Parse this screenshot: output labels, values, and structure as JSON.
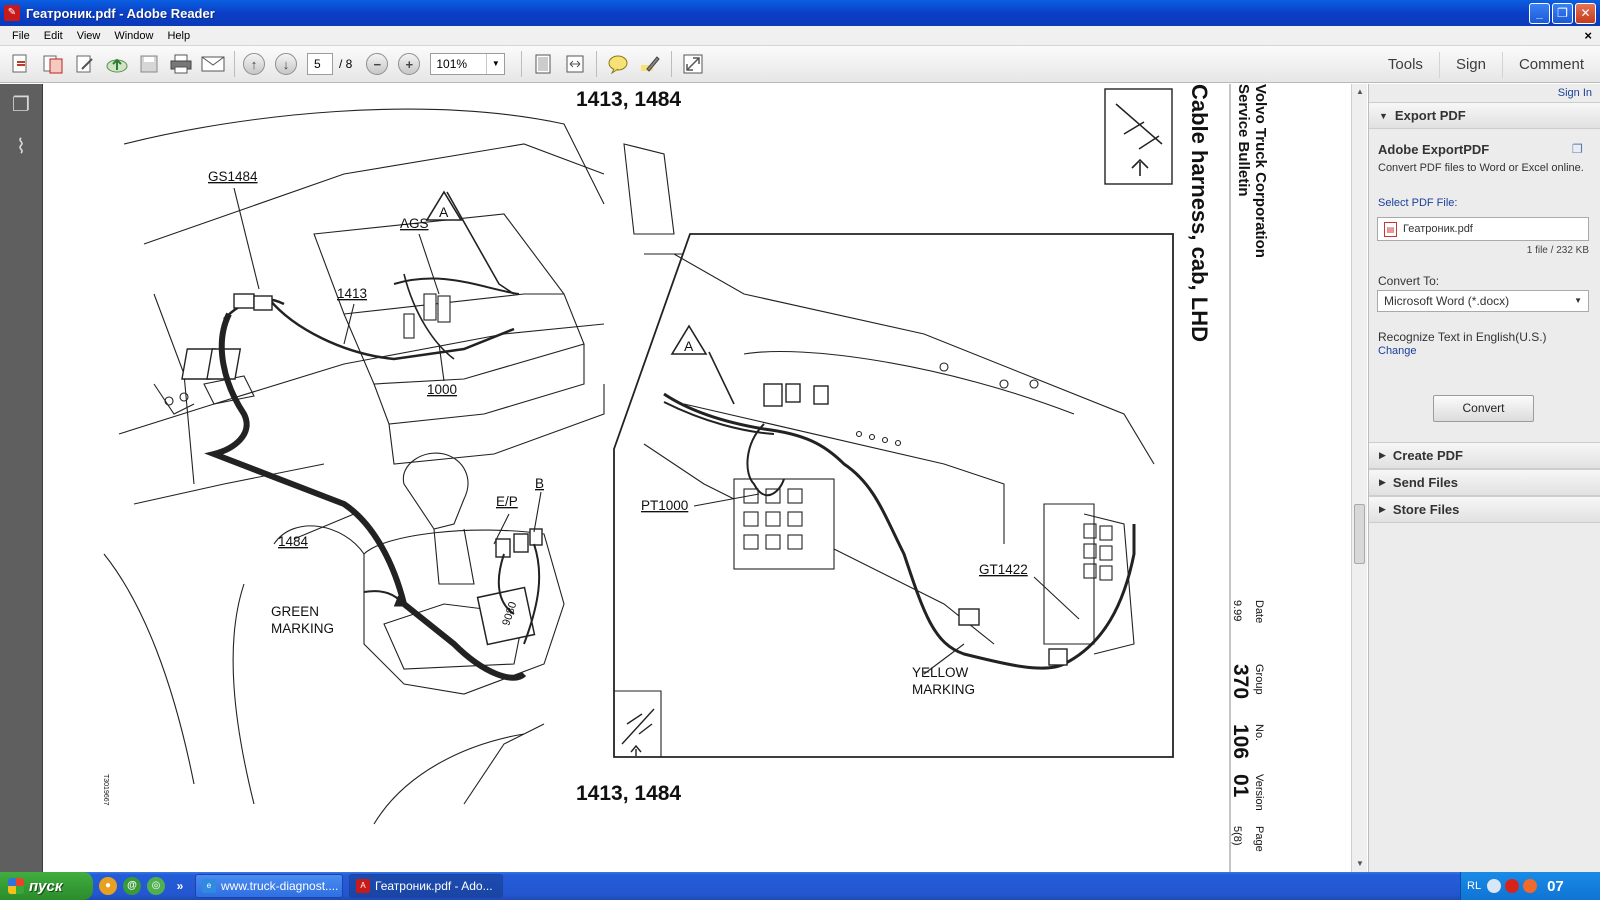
{
  "window": {
    "title": "Геатроник.pdf - Adobe Reader",
    "minimize": "_",
    "restore": "❐",
    "close": "✕"
  },
  "menu": {
    "items": [
      "File",
      "Edit",
      "View",
      "Window",
      "Help"
    ],
    "close": "×"
  },
  "toolbar": {
    "page_current": "5",
    "page_total": "/ 8",
    "zoom": "101%",
    "links": [
      "Tools",
      "Sign",
      "Comment"
    ]
  },
  "document": {
    "heading_top": "1413, 1484",
    "heading_bottom": "1413, 1484",
    "title_rotated": "Cable harness, cab, LHD",
    "corp": "Volvo Truck Corporation",
    "bulletin": "Service Bulletin",
    "meta_labels": [
      "Date",
      "Group",
      "No.",
      "Version",
      "Page"
    ],
    "meta_values": [
      "9.99",
      "370",
      "106",
      "01",
      "5(8)"
    ],
    "figure_id": "T3019667",
    "labels": {
      "gs1484": "GS1484",
      "ags": "AGS",
      "a1": "A",
      "l1413": "1413",
      "l1000": "1000",
      "l1484": "1484",
      "ep": "E/P",
      "b": "B",
      "green1": "GREEN",
      "green2": "MARKING",
      "a2": "A",
      "pt1000": "PT1000",
      "gt1422": "GT1422",
      "yellow1": "YELLOW",
      "yellow2": "MARKING",
      "box9080": "9080"
    }
  },
  "tools_pane": {
    "sign_in": "Sign In",
    "export_head": "Export PDF",
    "export_title": "Adobe ExportPDF",
    "export_desc": "Convert PDF files to Word or Excel online.",
    "select_label": "Select PDF File:",
    "file_name": "Геатроник.pdf",
    "file_info": "1 file / 232 KB",
    "convert_to_label": "Convert To:",
    "convert_to_value": "Microsoft Word (*.docx)",
    "recognize": "Recognize Text in English(U.S.)",
    "change": "Change",
    "convert_button": "Convert",
    "create_pdf": "Create PDF",
    "send_files": "Send Files",
    "store_files": "Store Files"
  },
  "taskbar": {
    "start": "пуск",
    "tasks": [
      "www.truck-diagnost....",
      "Геатроник.pdf - Ado..."
    ],
    "lang": "RL",
    "clock": "07"
  }
}
